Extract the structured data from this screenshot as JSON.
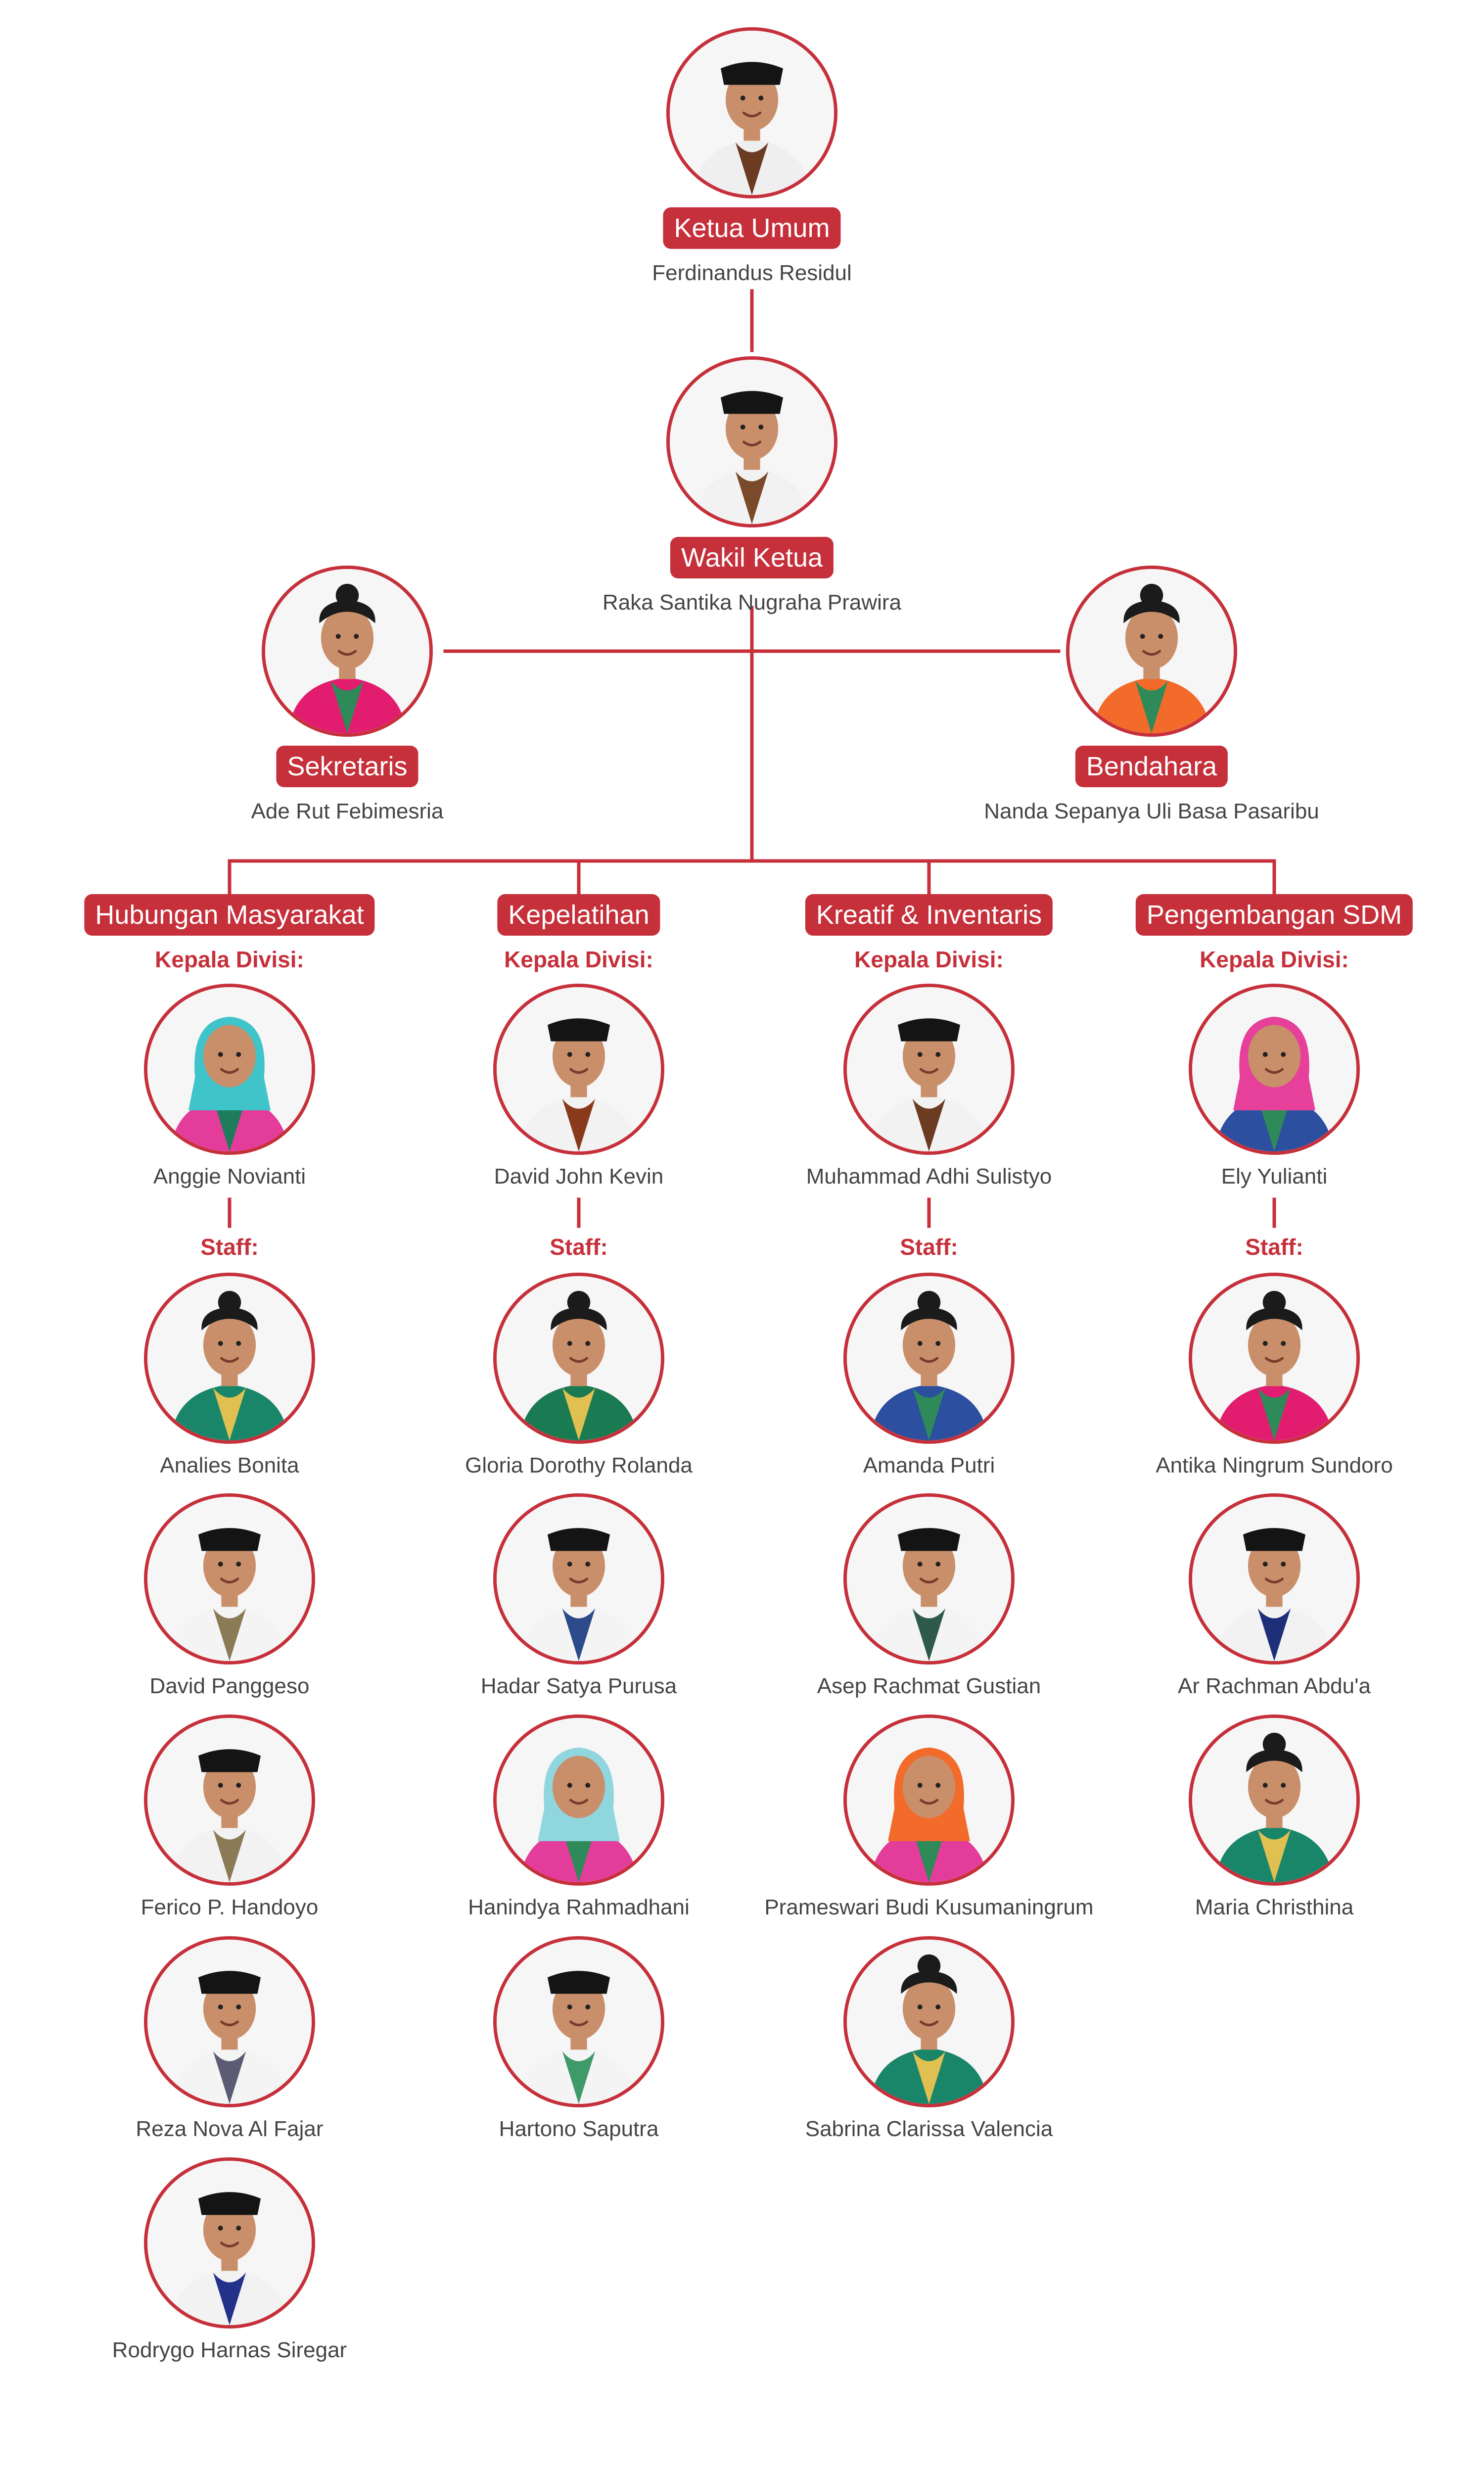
{
  "colors": {
    "accent": "#c6303b",
    "name_text": "#444444",
    "background": "#ffffff"
  },
  "leadership": {
    "ketua": {
      "role": "Ketua Umum",
      "name": "Ferdinandus Residul",
      "shirt": "#efefef",
      "accent": "#6b3b22",
      "headwear": "peci"
    },
    "wakil": {
      "role": "Wakil Ketua",
      "name": "Raka Santika Nugraha Prawira",
      "shirt": "#f2f2f2",
      "accent": "#7a4a2b",
      "headwear": "peci"
    },
    "sekretaris": {
      "role": "Sekretaris",
      "name": "Ade Rut Febimesria",
      "shirt": "#e21d6f",
      "accent": "#2f8a5a",
      "headwear": "bun"
    },
    "bendahara": {
      "role": "Bendahara",
      "name": "Nanda Sepanya Uli Basa Pasaribu",
      "shirt": "#f36b2a",
      "accent": "#2f8a5a",
      "headwear": "bun"
    }
  },
  "labels": {
    "head": "Kepala Divisi:",
    "staff": "Staff:"
  },
  "divisions": [
    {
      "title": "Hubungan Masyarakat",
      "head": {
        "name": "Anggie Novianti",
        "shirt": "#e43c9a",
        "accent": "#1c7c5c",
        "headwear": "hijab",
        "headwear_color": "#3fc4c9"
      },
      "staff": [
        {
          "name": "Analies Bonita",
          "shirt": "#19866a",
          "accent": "#e0c050",
          "headwear": "bun"
        },
        {
          "name": "David Panggeso",
          "shirt": "#f4f4f4",
          "accent": "#8a7a55",
          "headwear": "peci"
        },
        {
          "name": "Ferico P. Handoyo",
          "shirt": "#f2f2f2",
          "accent": "#8a7a55",
          "headwear": "peci"
        },
        {
          "name": "Reza Nova Al Fajar",
          "shirt": "#f4f4f4",
          "accent": "#5b5b73",
          "headwear": "peci"
        },
        {
          "name": "Rodrygo Harnas Siregar",
          "shirt": "#f2f2f2",
          "accent": "#23318a",
          "headwear": "peci"
        }
      ]
    },
    {
      "title": "Kepelatihan",
      "head": {
        "name": "David John Kevin",
        "shirt": "#f2f2f2",
        "accent": "#8a3a1c",
        "headwear": "peci"
      },
      "staff": [
        {
          "name": "Gloria Dorothy Rolanda",
          "shirt": "#1a7a52",
          "accent": "#e0c050",
          "headwear": "bun"
        },
        {
          "name": "Hadar Satya Purusa",
          "shirt": "#f4f4f4",
          "accent": "#2d4a8a",
          "headwear": "peci"
        },
        {
          "name": "Hanindya Rahmadhani",
          "shirt": "#e43c9a",
          "accent": "#2f8a5a",
          "headwear": "hijab",
          "headwear_color": "#8fd6df"
        },
        {
          "name": "Hartono Saputra",
          "shirt": "#f4f4f4",
          "accent": "#3f9a6a",
          "headwear": "peci"
        }
      ]
    },
    {
      "title": "Kreatif & Inventaris",
      "head": {
        "name": "Muhammad Adhi Sulistyo",
        "shirt": "#f2f2f2",
        "accent": "#6b3b22",
        "headwear": "peci"
      },
      "staff": [
        {
          "name": "Amanda Putri",
          "shirt": "#2c4fa0",
          "accent": "#2f8a5a",
          "headwear": "bun"
        },
        {
          "name": "Asep Rachmat Gustian",
          "shirt": "#f4f4f4",
          "accent": "#2f5a4a",
          "headwear": "peci"
        },
        {
          "name": "Prameswari Budi Kusumaningrum",
          "shirt": "#e43c9a",
          "accent": "#2f8a5a",
          "headwear": "hijab",
          "headwear_color": "#f26b2a"
        },
        {
          "name": "Sabrina Clarissa Valencia",
          "shirt": "#19866a",
          "accent": "#e0c050",
          "headwear": "bun"
        }
      ]
    },
    {
      "title": "Pengembangan SDM",
      "head": {
        "name": "Ely Yulianti",
        "shirt": "#2c4fa0",
        "accent": "#2f8a5a",
        "headwear": "hijab",
        "headwear_color": "#e6409a"
      },
      "staff": [
        {
          "name": "Antika Ningrum Sundoro",
          "shirt": "#e21d6f",
          "accent": "#2f8a5a",
          "headwear": "bun"
        },
        {
          "name": "Ar Rachman Abdu'a",
          "shirt": "#f2f2f2",
          "accent": "#1e2f7a",
          "headwear": "peci"
        },
        {
          "name": "Maria Christhina",
          "shirt": "#19866a",
          "accent": "#e0c050",
          "headwear": "bun"
        }
      ]
    }
  ]
}
